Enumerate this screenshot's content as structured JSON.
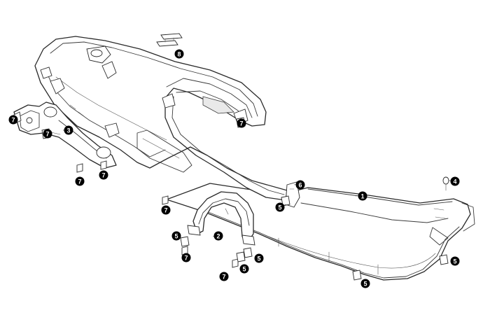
{
  "callouts": [
    {
      "id": "c1",
      "label": "1"
    },
    {
      "id": "c2",
      "label": "2"
    },
    {
      "id": "c3",
      "label": "3"
    },
    {
      "id": "c4",
      "label": "4"
    },
    {
      "id": "c5a",
      "label": "5"
    },
    {
      "id": "c5b",
      "label": "5"
    },
    {
      "id": "c5c",
      "label": "5"
    },
    {
      "id": "c5d",
      "label": "5"
    },
    {
      "id": "c5e",
      "label": "5"
    },
    {
      "id": "c5f",
      "label": "5"
    },
    {
      "id": "c6",
      "label": "6"
    },
    {
      "id": "c7a",
      "label": "7"
    },
    {
      "id": "c7b",
      "label": "7"
    },
    {
      "id": "c7c",
      "label": "7"
    },
    {
      "id": "c7d",
      "label": "7"
    },
    {
      "id": "c7e",
      "label": "7"
    },
    {
      "id": "c7f",
      "label": "7"
    },
    {
      "id": "c7g",
      "label": "7"
    },
    {
      "id": "c7h",
      "label": "7"
    },
    {
      "id": "c8",
      "label": "8"
    }
  ],
  "colors": {
    "line": "#2a2a2a",
    "callout_bg": "#000000",
    "callout_text": "#ffffff",
    "background": "#ffffff"
  }
}
